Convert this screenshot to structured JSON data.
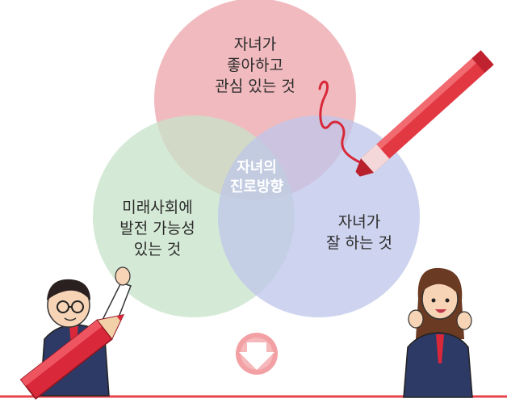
{
  "diagram": {
    "circles": [
      {
        "id": "likes",
        "label": "자녀가\n좋아하고\n관심 있는 것",
        "color": "#efaeb4"
      },
      {
        "id": "future",
        "label": "미래사회에\n발전 가능성\n있는 것",
        "color": "#c7e3c8"
      },
      {
        "id": "strengths",
        "label": "자녀가\n잘 하는 것",
        "color": "#bdc5ea"
      }
    ],
    "center_label": "자녀의\n진로방향"
  },
  "colors": {
    "accent_red": "#e8434b",
    "pencil_red": "#d8283a",
    "arrow_circle": "#f2a0a3"
  }
}
